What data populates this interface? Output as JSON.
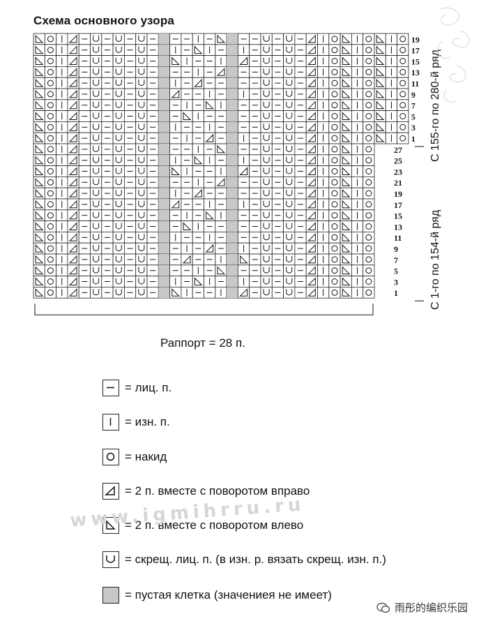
{
  "title": "Схема основного узора",
  "repeat_label": "Раппорт = 28 п.",
  "side_labels": {
    "top_range": "С 155-го по 280-й ряд",
    "bottom_range": "С 1-го по 154-й ряд"
  },
  "top_section_row_numbers": [
    "19",
    "17",
    "15",
    "13",
    "11",
    "9",
    "7",
    "5",
    "3",
    "1"
  ],
  "bottom_section_row_numbers": [
    "27",
    "25",
    "23",
    "21",
    "19",
    "17",
    "15",
    "13",
    "11",
    "9",
    "7",
    "5",
    "3",
    "1"
  ],
  "legend": [
    {
      "symbol": "knit",
      "icon": "dash-icon",
      "text": "= лиц. п."
    },
    {
      "symbol": "purl",
      "icon": "vertical-bar-icon",
      "text": "= изн. п."
    },
    {
      "symbol": "yarn-over",
      "icon": "circle-icon",
      "text": "= накид"
    },
    {
      "symbol": "k2tog-right",
      "icon": "right-slant-triangle-icon",
      "text": "= 2 п. вместе с поворотом вправо"
    },
    {
      "symbol": "k2tog-left",
      "icon": "left-slant-triangle-icon",
      "text": "= 2 п. вместе с поворотом влево"
    },
    {
      "symbol": "twisted-knit",
      "icon": "v-icon",
      "text": "= скрещ. лиц. п. (в изн. р. вязать скрещ. изн. п.)"
    },
    {
      "symbol": "no-stitch",
      "icon": "grey-square-icon",
      "text": "= пустая клетка (значениея не имеет)"
    }
  ],
  "watermark": "www.igmihrru.ru",
  "footer_brand": "雨彤的编织乐园",
  "colors": {
    "no_stitch": "#c8c8c8",
    "grid_line": "#222222"
  }
}
